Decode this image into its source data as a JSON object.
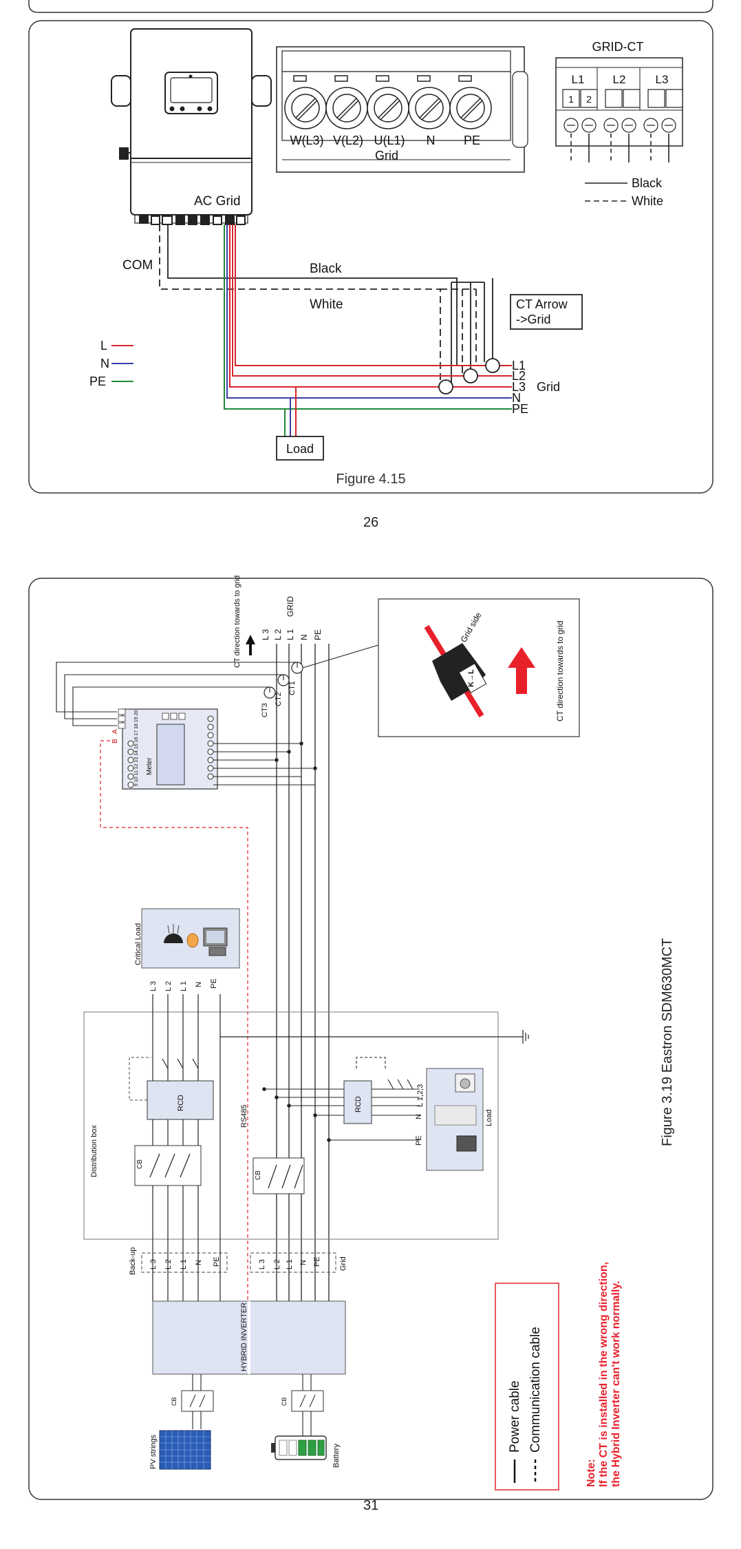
{
  "top_figure": {
    "labels": {
      "ac_grid": "AC Grid",
      "com": "COM",
      "black": "Black",
      "white": "White",
      "ct_arrow_1": "CT Arrow",
      "ct_arrow_2": "->Grid",
      "l": "L",
      "n": "N",
      "pe": "PE",
      "load": "Load",
      "grid": "Grid",
      "line_l1": "L1",
      "line_l2": "L2",
      "line_l3": "L3",
      "line_n": "N",
      "line_pe": "PE"
    },
    "terminal_block": {
      "terminals": [
        "W(L3)",
        "V(L2)",
        "U(L1)",
        "N",
        "PE"
      ],
      "title": "Grid"
    },
    "grid_ct": {
      "title": "GRID-CT",
      "groups": [
        "L1",
        "L2",
        "L3"
      ],
      "slots": [
        "1",
        "2"
      ],
      "legend": [
        {
          "style": "solid",
          "label": "Black"
        },
        {
          "style": "dashed",
          "label": "White"
        }
      ]
    },
    "caption": "Figure 4.15",
    "wire_colors": {
      "L": "#d6252a",
      "N": "#3b3fa8",
      "PE": "#1f8a3a"
    }
  },
  "page_number_top": "26",
  "bottom_figure": {
    "top_bus": {
      "ct_direction": "CT direction towards to grid",
      "lines": [
        "L 3",
        "L 2",
        "L 1",
        "N",
        "PE"
      ],
      "grid": "GRID",
      "cts": [
        "CT1",
        "CT2",
        "CT3"
      ]
    },
    "meter": {
      "label": "Meter",
      "terminals_top": "9 10 11 12 13 14 15 16 17 18 19 20",
      "b": "B",
      "a": "A"
    },
    "inset": {
      "grid_side": "Grid side",
      "k_l": "K→L",
      "ct_direction": "CT direction towards to grid"
    },
    "critical_load": {
      "title": "Critical Load",
      "lines": [
        "L 3",
        "L 2",
        "L 1",
        "N",
        "PE"
      ]
    },
    "distribution_box": "Distribution box",
    "rcd": "RCD",
    "cb": "CB",
    "rs485": "RS485",
    "backup": {
      "title": "Back-up",
      "lines": [
        "L 3",
        "L 2",
        "L 1",
        "N",
        "PE"
      ]
    },
    "grid_terms": {
      "title": "Grid",
      "lines": [
        "L 3",
        "L 2",
        "L 1",
        "N",
        "PE"
      ]
    },
    "load": {
      "title": "Load",
      "lines": [
        "L 1,2,3",
        "N",
        "PE"
      ]
    },
    "inverter": "HYBRID INVERTER",
    "pv_strings": "PV strings",
    "battery": "Battery",
    "legend": {
      "power": "Power cable",
      "communication": "Communication cable"
    },
    "note": {
      "title": "Note:",
      "line1": "If the CT is installed in the wrong direction,",
      "line2": "the Hybrid Inverter can't work normally."
    },
    "caption": "Figure 3.19 Eastron SDM630MCT",
    "colors": {
      "note": "#e8202a",
      "arrow": "#e8202a",
      "box_fill": "#dfe4f3"
    }
  },
  "page_number_bottom": "31"
}
